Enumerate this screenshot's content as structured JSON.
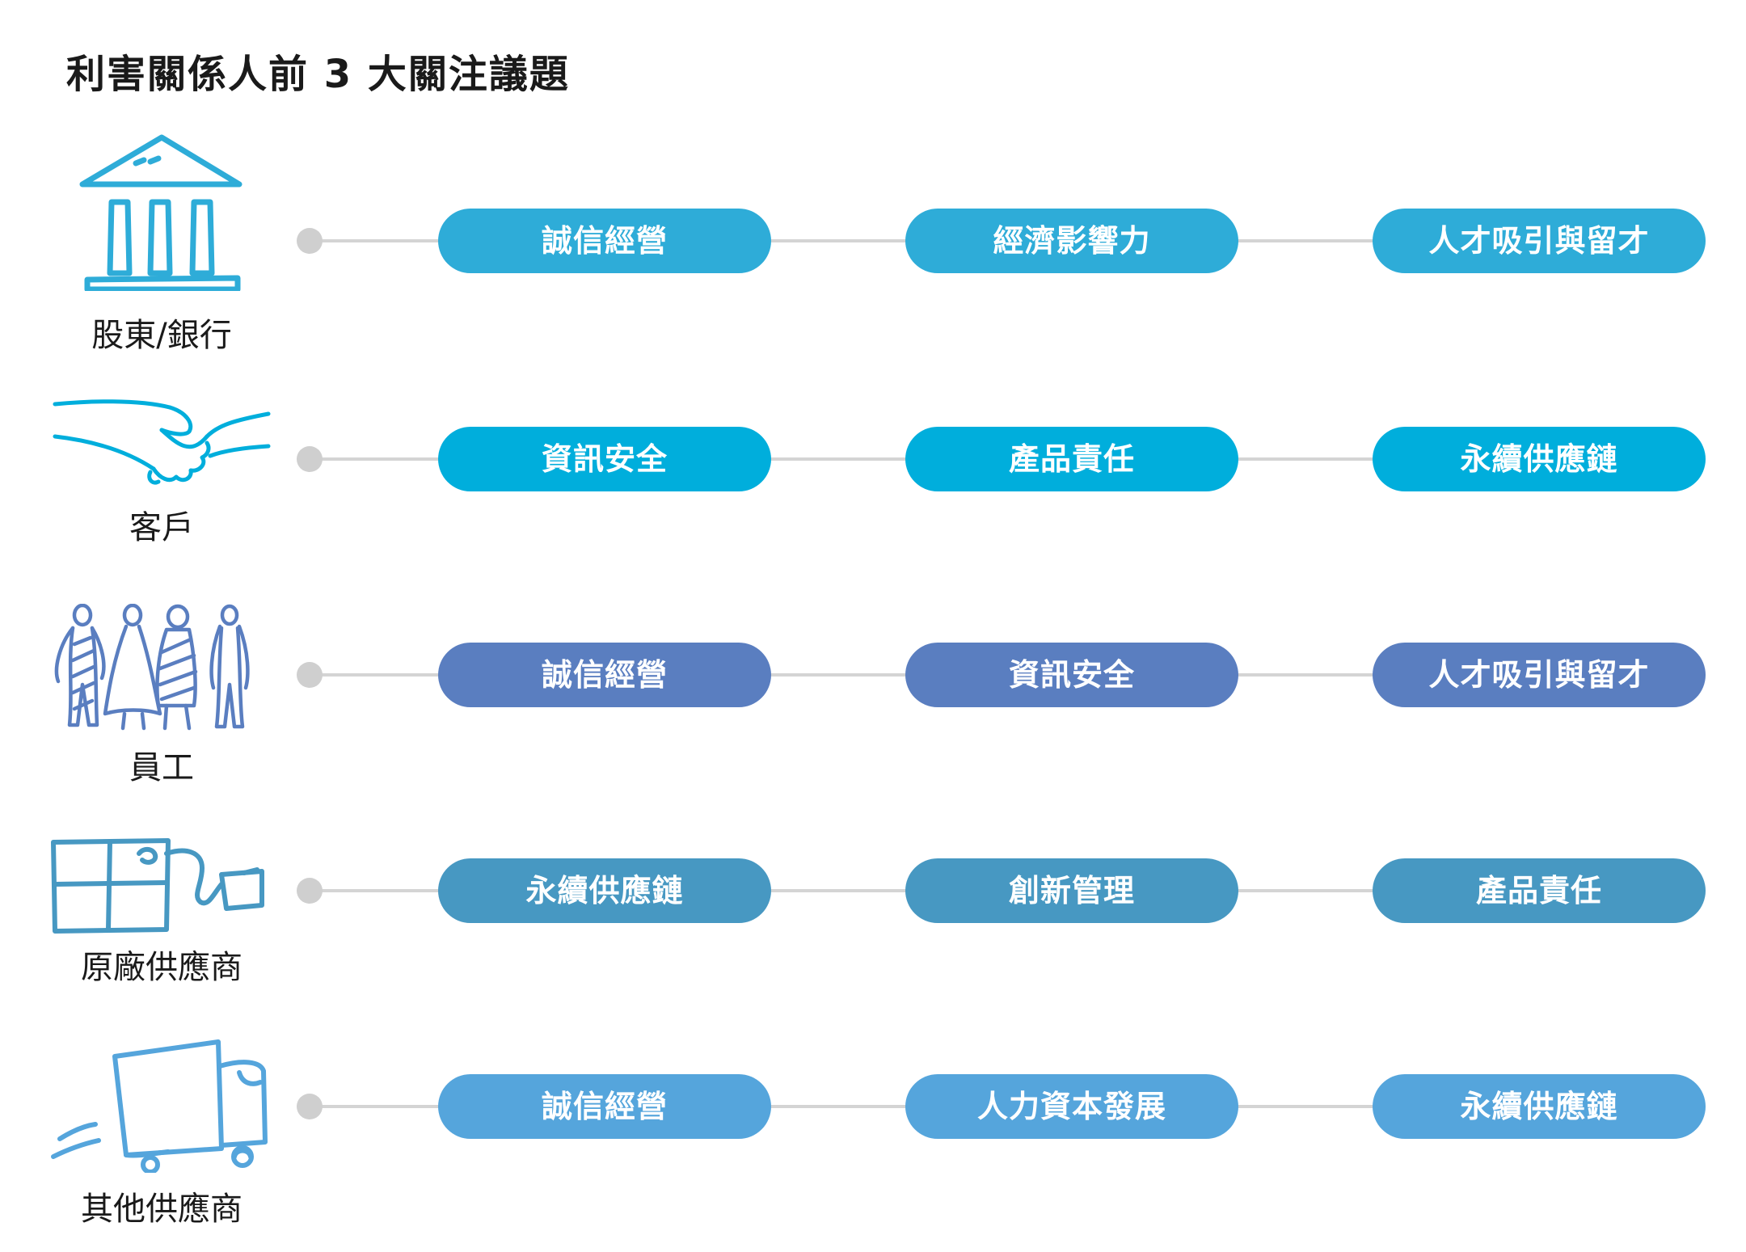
{
  "title": "利害關係人前 3 大關注議題",
  "groups": [
    {
      "name": "股東/銀行",
      "icon": "bank-icon",
      "color": "#2EACD8",
      "issues": [
        "誠信經營",
        "經濟影響力",
        "人才吸引與留才"
      ]
    },
    {
      "name": "客戶",
      "icon": "handshake-icon",
      "color": "#00AEDC",
      "issues": [
        "資訊安全",
        "產品責任",
        "永續供應鏈"
      ]
    },
    {
      "name": "員工",
      "icon": "people-icon",
      "color": "#5A7EC0",
      "issues": [
        "誠信經營",
        "資訊安全",
        "人才吸引與留才"
      ]
    },
    {
      "name": "原廠供應商",
      "icon": "factory-supplier-icon",
      "color": "#4798C2",
      "issues": [
        "永續供應鏈",
        "創新管理",
        "產品責任"
      ]
    },
    {
      "name": "其他供應商",
      "icon": "delivery-truck-icon",
      "color": "#55A5DC",
      "issues": [
        "誠信經營",
        "人力資本發展",
        "永續供應鏈"
      ]
    }
  ]
}
